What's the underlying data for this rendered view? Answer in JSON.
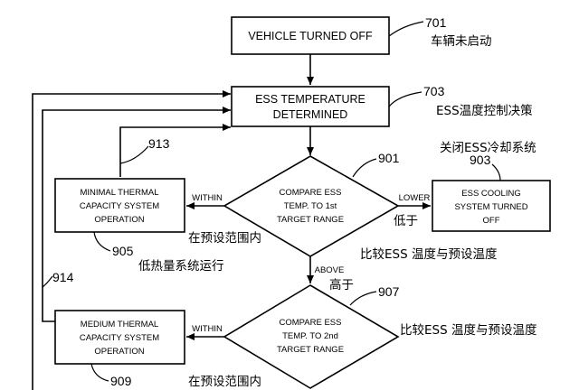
{
  "nodes": {
    "n701": {
      "label": "VEHICLE TURNED OFF",
      "ref": "701",
      "zh": "车辆未启动"
    },
    "n703": {
      "lines": [
        "ESS TEMPERATURE",
        "DETERMINED"
      ],
      "ref": "703",
      "zh": "ESS温度控制决策"
    },
    "n903": {
      "lines": [
        "ESS COOLING",
        "SYSTEM TURNED",
        "OFF"
      ],
      "ref": "903",
      "zh": "关闭ESS冷却系统"
    },
    "n901": {
      "lines": [
        "COMPARE ESS",
        "TEMP. TO 1st",
        "TARGET RANGE"
      ],
      "ref": "901",
      "zh": "比较ESS 温度与预设温度"
    },
    "n905": {
      "lines": [
        "MINIMAL THERMAL",
        "CAPACITY SYSTEM",
        "OPERATION"
      ],
      "ref": "905",
      "zh": "低热量系统运行"
    },
    "n907": {
      "lines": [
        "COMPARE ESS",
        "TEMP. TO 2nd",
        "TARGET RANGE"
      ],
      "ref": "907",
      "zh": "比较ESS 温度与预设温度"
    },
    "n909": {
      "lines": [
        "MEDIUM THERMAL",
        "CAPACITY SYSTEM",
        "OPERATION"
      ],
      "ref": "909"
    }
  },
  "edges": {
    "lower": {
      "label": "LOWER",
      "zh": "低于"
    },
    "within1": {
      "label": "WITHIN",
      "zh": "在预设范围内"
    },
    "above": {
      "label": "ABOVE",
      "zh": "高于"
    },
    "within2": {
      "label": "WITHIN",
      "zh": "在预设范围内"
    }
  },
  "refs": {
    "r913": "913",
    "r914": "914"
  }
}
